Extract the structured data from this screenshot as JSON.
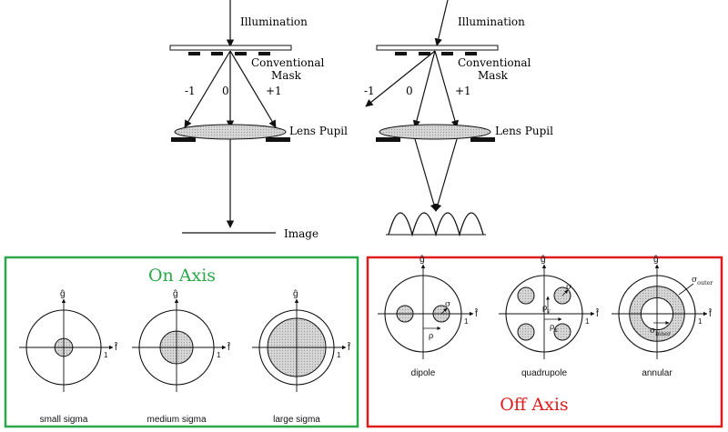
{
  "optics": {
    "left": {
      "illumination": "Illumination",
      "mask": [
        "Conventional",
        "Mask"
      ],
      "orders": [
        "-1",
        "0",
        "+1"
      ],
      "lens": "Lens Pupil",
      "image": "Image"
    },
    "right": {
      "illumination": "Illumination",
      "mask": [
        "Conventional",
        "Mask"
      ],
      "orders": [
        "-1",
        "0",
        "+1"
      ],
      "lens": "Lens Pupil"
    }
  },
  "on_axis": {
    "title": "On Axis",
    "border_color": "#2aa84a",
    "title_color": "#2aa84a",
    "pupils": [
      {
        "caption": "small sigma",
        "sigma": 0.24
      },
      {
        "caption": "medium sigma",
        "sigma": 0.44
      },
      {
        "caption": "large sigma",
        "sigma": 0.78
      }
    ]
  },
  "off_axis": {
    "title": "Off Axis",
    "border_color": "#e01b1b",
    "title_color": "#e01b1b",
    "pupils": [
      {
        "caption": "dipole",
        "type": "dipole"
      },
      {
        "caption": "quadrupole",
        "type": "quadrupole"
      },
      {
        "caption": "annular",
        "type": "annular",
        "sigma_outer": 0.72,
        "sigma_inner": 0.42
      }
    ],
    "annotations": {
      "sigma": "σ",
      "rho": "ρ",
      "rho_y": "ρ",
      "rho_x": "ρ",
      "rho_y_sub": "y",
      "rho_x_sub": "x",
      "sigma_outer": "σ",
      "sigma_outer_sub": "outer",
      "sigma_inner": "σ",
      "sigma_inner_sub": "inner"
    }
  },
  "axes": {
    "vertical": "ĝ",
    "horizontal": "f̂",
    "unit": "1"
  },
  "colors": {
    "fill": "#cfcfcf",
    "stroke": "#111111"
  }
}
